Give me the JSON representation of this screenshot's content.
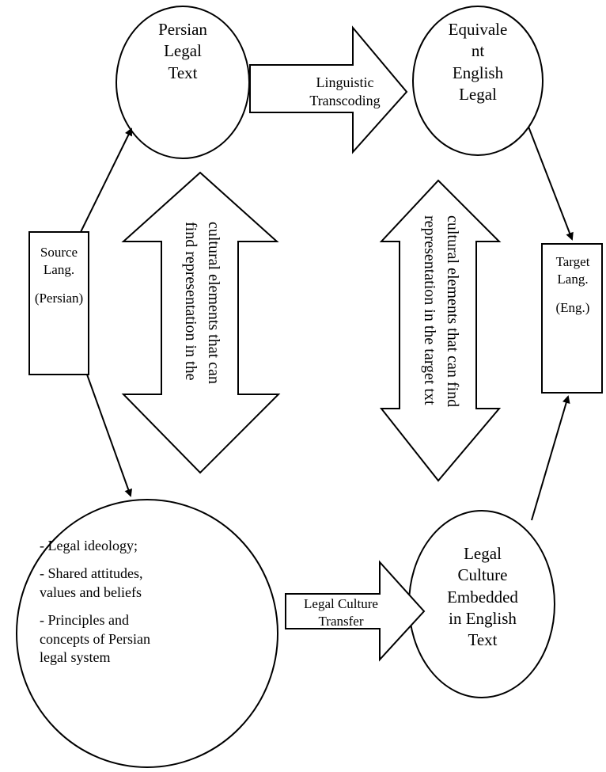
{
  "diagram": {
    "nodes": {
      "persian_text": {
        "lines": [
          "Persian",
          "Legal",
          "Text"
        ]
      },
      "english_equivalent": {
        "lines": [
          "Equivale",
          "nt",
          "English",
          "Legal"
        ]
      },
      "source_lang": {
        "lines": [
          "Source",
          "Lang.",
          "",
          "(Persian)"
        ]
      },
      "target_lang": {
        "lines": [
          "Target",
          "Lang.",
          "",
          "(Eng.)"
        ]
      },
      "persian_culture": {
        "lines": [
          "- Legal ideology;",
          "",
          "- Shared attitudes,",
          "values and beliefs",
          "",
          "- Principles and",
          "concepts of Persian",
          "legal system"
        ]
      },
      "english_culture": {
        "lines": [
          "Legal",
          "Culture",
          "Embedded",
          "in English",
          "Text"
        ]
      }
    },
    "arrows": {
      "linguistic_transcoding": {
        "lines": [
          "Linguistic",
          "Transcoding"
        ]
      },
      "legal_culture_transfer": {
        "lines": [
          "Legal Culture",
          "Transfer"
        ]
      },
      "left_cultural": {
        "lines": [
          "cultural elements that  can",
          "find representation in the"
        ]
      },
      "right_cultural": {
        "lines": [
          "cultural elements that can find",
          "representation in the target txt"
        ]
      }
    }
  }
}
